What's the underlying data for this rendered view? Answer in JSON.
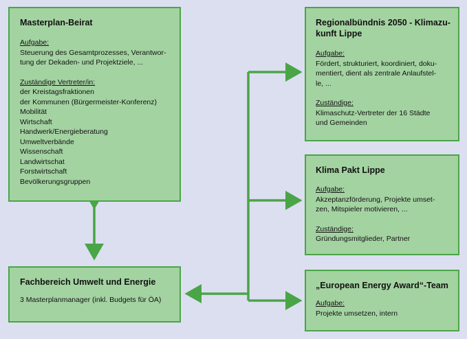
{
  "colors": {
    "background": "#dcdff0",
    "box_fill": "#a4d3a2",
    "box_border": "#4aa547",
    "connector": "#4aa547"
  },
  "beirat": {
    "title": "Masterplan-Beirat",
    "aufgabe_heading": "Aufgabe:",
    "aufgabe_lines": [
      "Steuerung des Gesamtprozesses, Verantwor-",
      "tung der Dekaden- und Projektziele, ..."
    ],
    "vertreter_heading": "Zuständige Vertreter/in:",
    "vertreter_lines": [
      "der Kreistagsfraktionen",
      "der Kommunen (Bürgermeister-Konferenz)",
      "Mobilität",
      "Wirtschaft",
      "Handwerk/Energieberatung",
      "Umweltverbände",
      "Wissenschaft",
      "Landwirtschat",
      "Forstwirtschaft",
      "Bevölkerungsgruppen"
    ]
  },
  "fachbereich": {
    "title": "Fachbereich Umwelt und Energie",
    "line": "3 Masterplanmanager (inkl. Budgets für ÖA)"
  },
  "regional": {
    "title_lines": [
      "Regionalbündnis 2050 - Klimazu-",
      "kunft Lippe"
    ],
    "aufgabe_heading": "Aufgabe:",
    "aufgabe_lines": [
      "Fördert, strukturiert, koordiniert, doku-",
      "mentiert, dient als zentrale Anlaufstel-",
      "le, ..."
    ],
    "zust_heading": "Zuständige:",
    "zust_lines": [
      "Klimaschutz-Vertreter der 16 Städte",
      "und Gemeinden"
    ]
  },
  "klima": {
    "title": "Klima Pakt Lippe",
    "aufgabe_heading": "Aufgabe:",
    "aufgabe_lines": [
      "Akzeptanzförderung, Projekte umset-",
      "zen, Mitspieler motivieren, ..."
    ],
    "zust_heading": "Zuständige:",
    "zust_lines": [
      "Gründungsmitglieder, Partner"
    ]
  },
  "eea": {
    "title": "„European Energy Award“-Team",
    "aufgabe_heading": "Aufgabe:",
    "aufgabe_lines": [
      "Projekte umsetzen, intern"
    ]
  }
}
